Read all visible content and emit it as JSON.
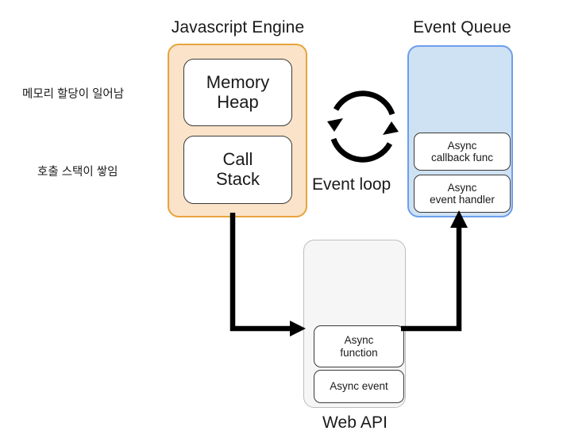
{
  "diagram": {
    "title_js_engine": "Javascript Engine",
    "title_event_queue": "Event Queue",
    "title_web_api": "Web API",
    "event_loop_label": "Event loop",
    "notes": [
      {
        "text": "메모리 할당이 일어남"
      },
      {
        "text": "호출 스택이 쌓임"
      }
    ],
    "js_engine": {
      "boxes": [
        {
          "line1": "Memory",
          "line2": "Heap"
        },
        {
          "line1": "Call",
          "line2": "Stack"
        }
      ]
    },
    "event_queue": {
      "boxes": [
        {
          "line1": "Async",
          "line2": "callback func"
        },
        {
          "line1": "Async",
          "line2": "event handler"
        }
      ]
    },
    "web_api": {
      "boxes": [
        {
          "line1": "Async",
          "line2": "function"
        },
        {
          "line1": "Async event",
          "line2": ""
        }
      ]
    },
    "colors": {
      "js_engine_fill": "#fae3c8",
      "js_engine_border": "#e8a33d",
      "event_queue_fill": "#cfe2f3",
      "event_queue_border": "#6d9eeb",
      "web_api_fill": "#f6f6f6",
      "web_api_border": "#bdbdbd",
      "arrow": "#000000",
      "text": "#1a1a1a",
      "background": "#ffffff"
    },
    "icons": {
      "event_loop": "circular-refresh-arrows-icon"
    }
  }
}
